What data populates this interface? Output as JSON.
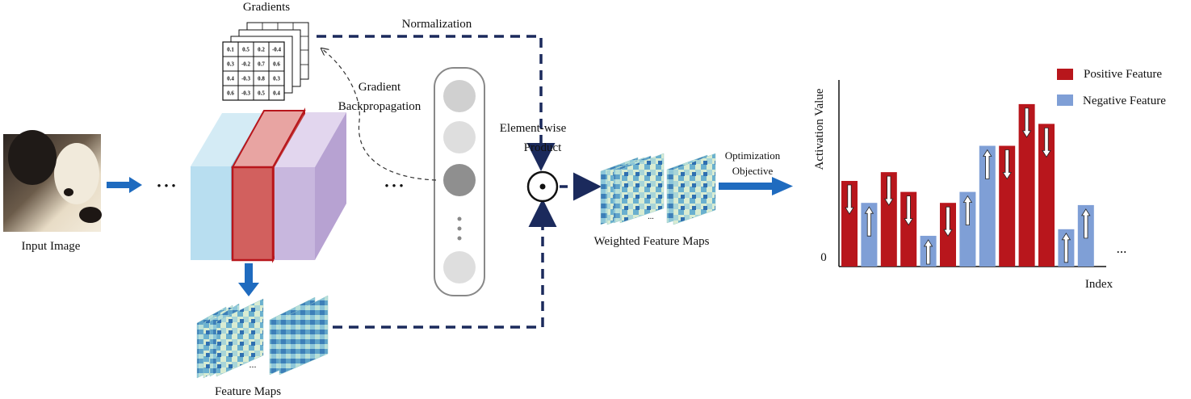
{
  "labels": {
    "input_image": "Input Image",
    "gradients": "Gradients",
    "normalization": "Normalization",
    "gradient_backprop_line1": "Gradient",
    "gradient_backprop_line2": "Backpropagation",
    "element_wise_line1": "Element-wise",
    "element_wise_line2": "Product",
    "feature_maps": "Feature Maps",
    "weighted_feature_maps": "Weighted Feature Maps",
    "optimization_line1": "Optimization",
    "optimization_line2": "Objective",
    "ellipsis": "• • •",
    "maps_ellipsis": "..."
  },
  "gradient_grid": [
    [
      "0.1",
      "0.5",
      "0.2",
      "-0.4"
    ],
    [
      "0.3",
      "-0.2",
      "0.7",
      "0.6"
    ],
    [
      "0.4",
      "-0.3",
      "0.8",
      "0.3"
    ],
    [
      "0.6",
      "-0.3",
      "0.5",
      "0.4"
    ]
  ],
  "colors": {
    "positive": "#b8161c",
    "negative": "#7f9fd6",
    "arrow_blue": "#1f6bbf",
    "dashed_navy": "#1b2a5c",
    "layer_blue": "#a8d5ea",
    "layer_red": "#cf5a5a",
    "layer_purple": "#c5b3da"
  },
  "chart_data": {
    "type": "bar",
    "ylabel": "Activation Value",
    "xlabel": "Index",
    "y_tick": "0",
    "trailing": "...",
    "legend": [
      {
        "name": "Positive Feature",
        "color": "#b8161c"
      },
      {
        "name": "Negative Feature",
        "color": "#7f9fd6"
      }
    ],
    "bars": [
      {
        "kind": "positive",
        "value": 3.9,
        "arrow": "down"
      },
      {
        "kind": "negative",
        "value": 2.9,
        "arrow": "up"
      },
      {
        "kind": "positive",
        "value": 4.3,
        "arrow": "down"
      },
      {
        "kind": "positive",
        "value": 3.4,
        "arrow": "down"
      },
      {
        "kind": "negative",
        "value": 1.4,
        "arrow": "up"
      },
      {
        "kind": "positive",
        "value": 2.9,
        "arrow": "down"
      },
      {
        "kind": "negative",
        "value": 3.4,
        "arrow": "up"
      },
      {
        "kind": "negative",
        "value": 5.5,
        "arrow": "up"
      },
      {
        "kind": "positive",
        "value": 5.5,
        "arrow": "down"
      },
      {
        "kind": "positive",
        "value": 7.4,
        "arrow": "down"
      },
      {
        "kind": "positive",
        "value": 6.5,
        "arrow": "down"
      },
      {
        "kind": "negative",
        "value": 1.7,
        "arrow": "up"
      },
      {
        "kind": "negative",
        "value": 2.8,
        "arrow": "up"
      }
    ],
    "ylim": [
      0,
      8.5
    ]
  }
}
